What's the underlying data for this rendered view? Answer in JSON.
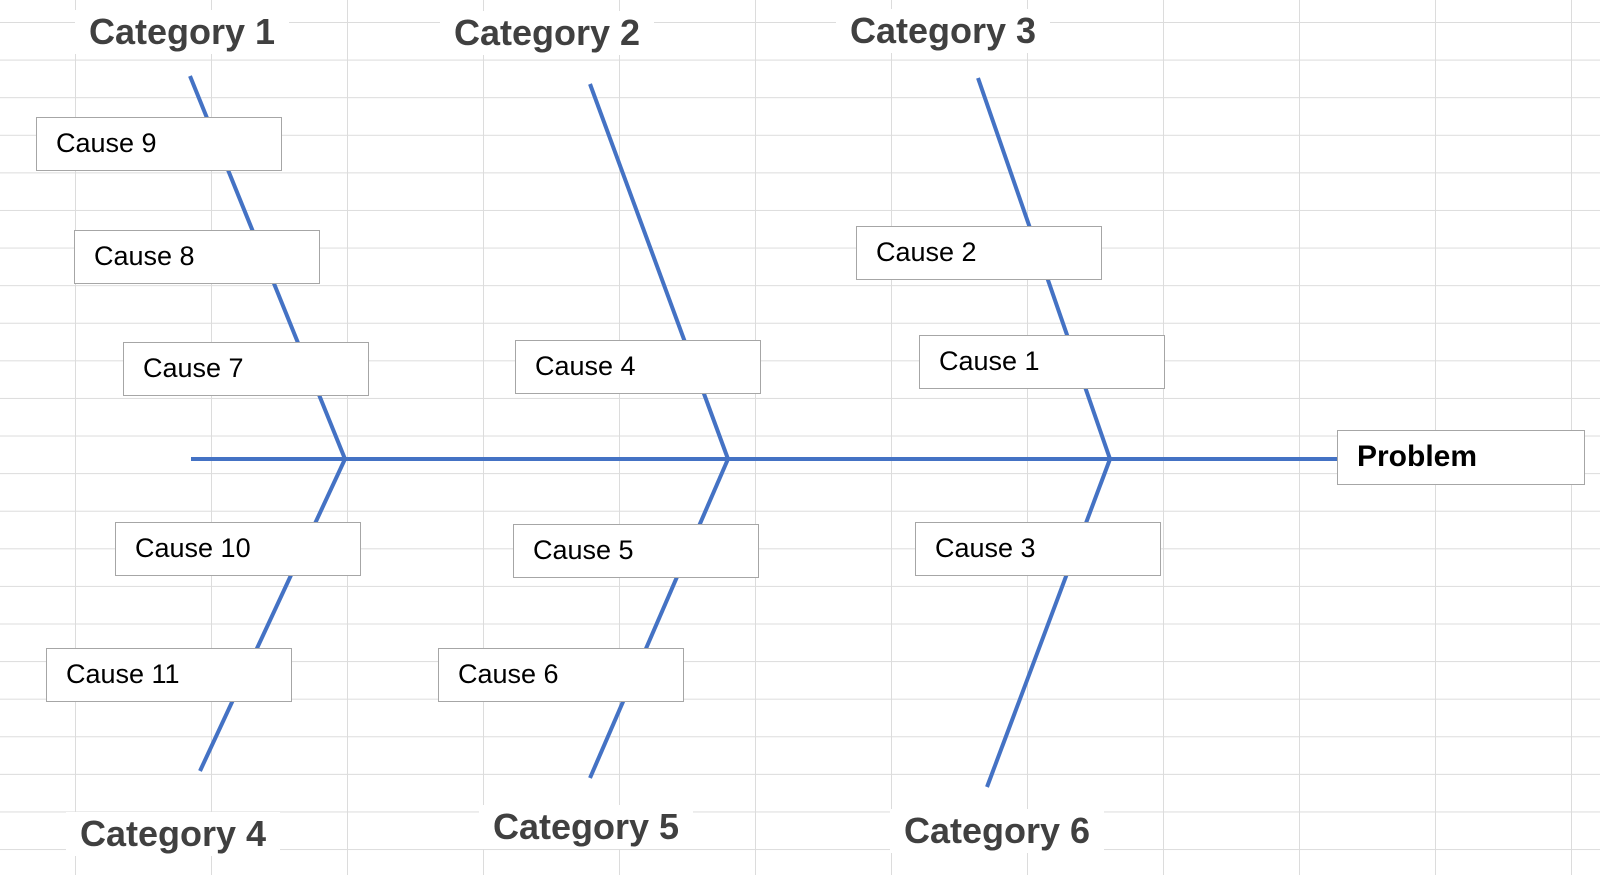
{
  "diagram": {
    "line_color": "#4472c4",
    "problem": "Problem",
    "categories": [
      "Category 1",
      "Category 2",
      "Category 3",
      "Category 4",
      "Category 5",
      "Category 6"
    ],
    "causes": {
      "c1": "Cause 1",
      "c2": "Cause 2",
      "c3": "Cause 3",
      "c4": "Cause 4",
      "c5": "Cause 5",
      "c6": "Cause 6",
      "c7": "Cause 7",
      "c8": "Cause 8",
      "c9": "Cause 9",
      "c10": "Cause 10",
      "c11": "Cause 11"
    }
  }
}
